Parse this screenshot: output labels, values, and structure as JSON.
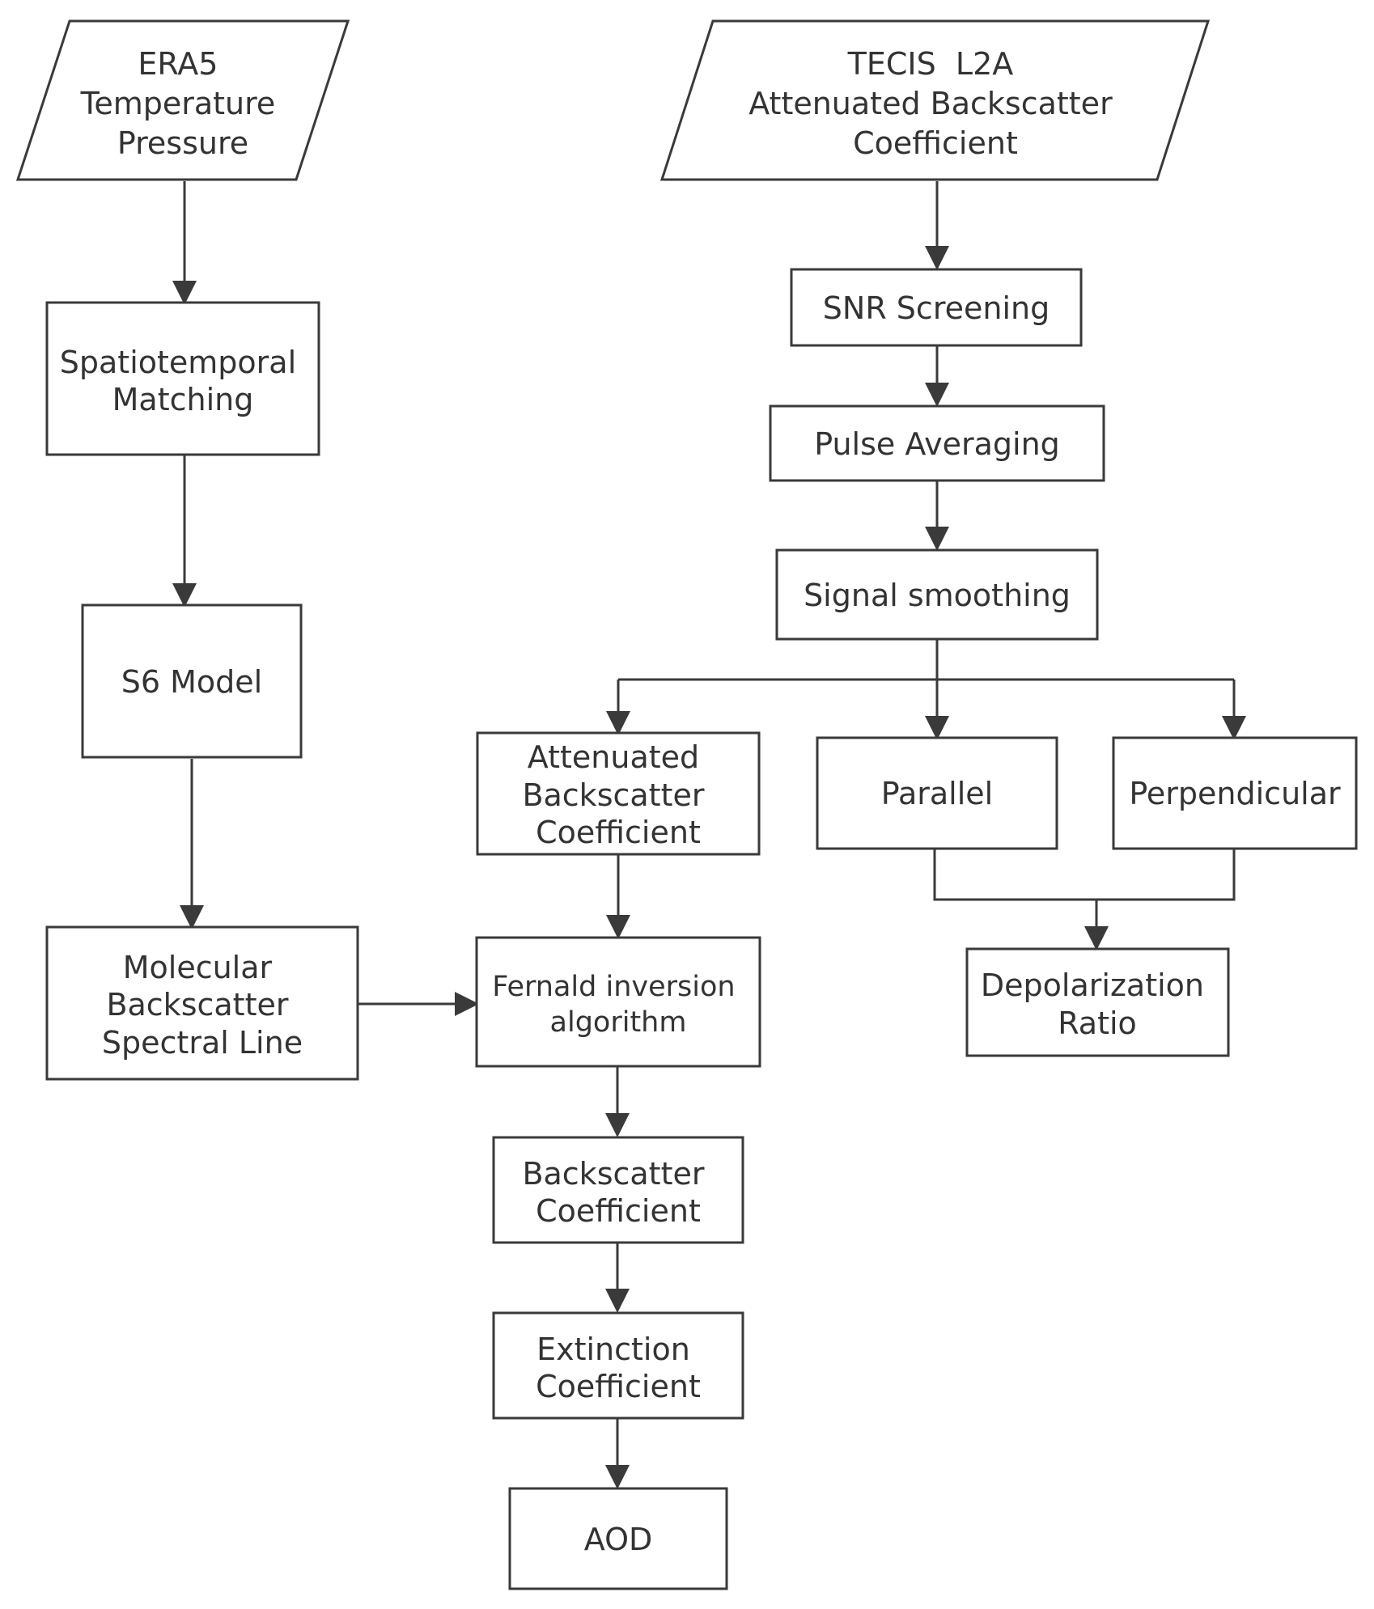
{
  "diagram": {
    "nodes": {
      "era5": {
        "lines": [
          "ERA5",
          "Temperature",
          "Pressure"
        ]
      },
      "tecis": {
        "lines": [
          "TECIS  L2A",
          "Attenuated Backscatter",
          "Coefficient"
        ]
      },
      "spatio": {
        "lines": [
          "Spatiotemporal",
          "Matching"
        ]
      },
      "s6": {
        "lines": [
          "S6 Model"
        ]
      },
      "molecular": {
        "lines": [
          "Molecular",
          "Backscatter",
          "Spectral Line"
        ]
      },
      "snr": {
        "lines": [
          "SNR Screening"
        ]
      },
      "pulse": {
        "lines": [
          "Pulse Averaging"
        ]
      },
      "smoothing": {
        "lines": [
          "Signal smoothing"
        ]
      },
      "att": {
        "lines": [
          "Attenuated",
          "Backscatter",
          "Coefficient"
        ]
      },
      "parallel": {
        "lines": [
          "Parallel"
        ]
      },
      "perpendicular": {
        "lines": [
          "Perpendicular"
        ]
      },
      "fernald": {
        "lines": [
          "Fernald inversion",
          "algorithm"
        ]
      },
      "depol": {
        "lines": [
          "Depolarization",
          "Ratio"
        ]
      },
      "backscatter": {
        "lines": [
          "Backscatter",
          "Coefficient"
        ]
      },
      "extinction": {
        "lines": [
          "Extinction",
          "Coefficient"
        ]
      },
      "aod": {
        "lines": [
          "AOD"
        ]
      }
    },
    "edges": [
      {
        "from": "era5",
        "to": "spatio"
      },
      {
        "from": "spatio",
        "to": "s6"
      },
      {
        "from": "s6",
        "to": "molecular"
      },
      {
        "from": "molecular",
        "to": "fernald"
      },
      {
        "from": "tecis",
        "to": "snr"
      },
      {
        "from": "snr",
        "to": "pulse"
      },
      {
        "from": "pulse",
        "to": "smoothing"
      },
      {
        "from": "smoothing",
        "to": "att"
      },
      {
        "from": "smoothing",
        "to": "parallel"
      },
      {
        "from": "smoothing",
        "to": "perpendicular"
      },
      {
        "from": "att",
        "to": "fernald"
      },
      {
        "from": "parallel",
        "to": "depol"
      },
      {
        "from": "perpendicular",
        "to": "depol"
      },
      {
        "from": "fernald",
        "to": "backscatter"
      },
      {
        "from": "backscatter",
        "to": "extinction"
      },
      {
        "from": "extinction",
        "to": "aod"
      }
    ]
  }
}
